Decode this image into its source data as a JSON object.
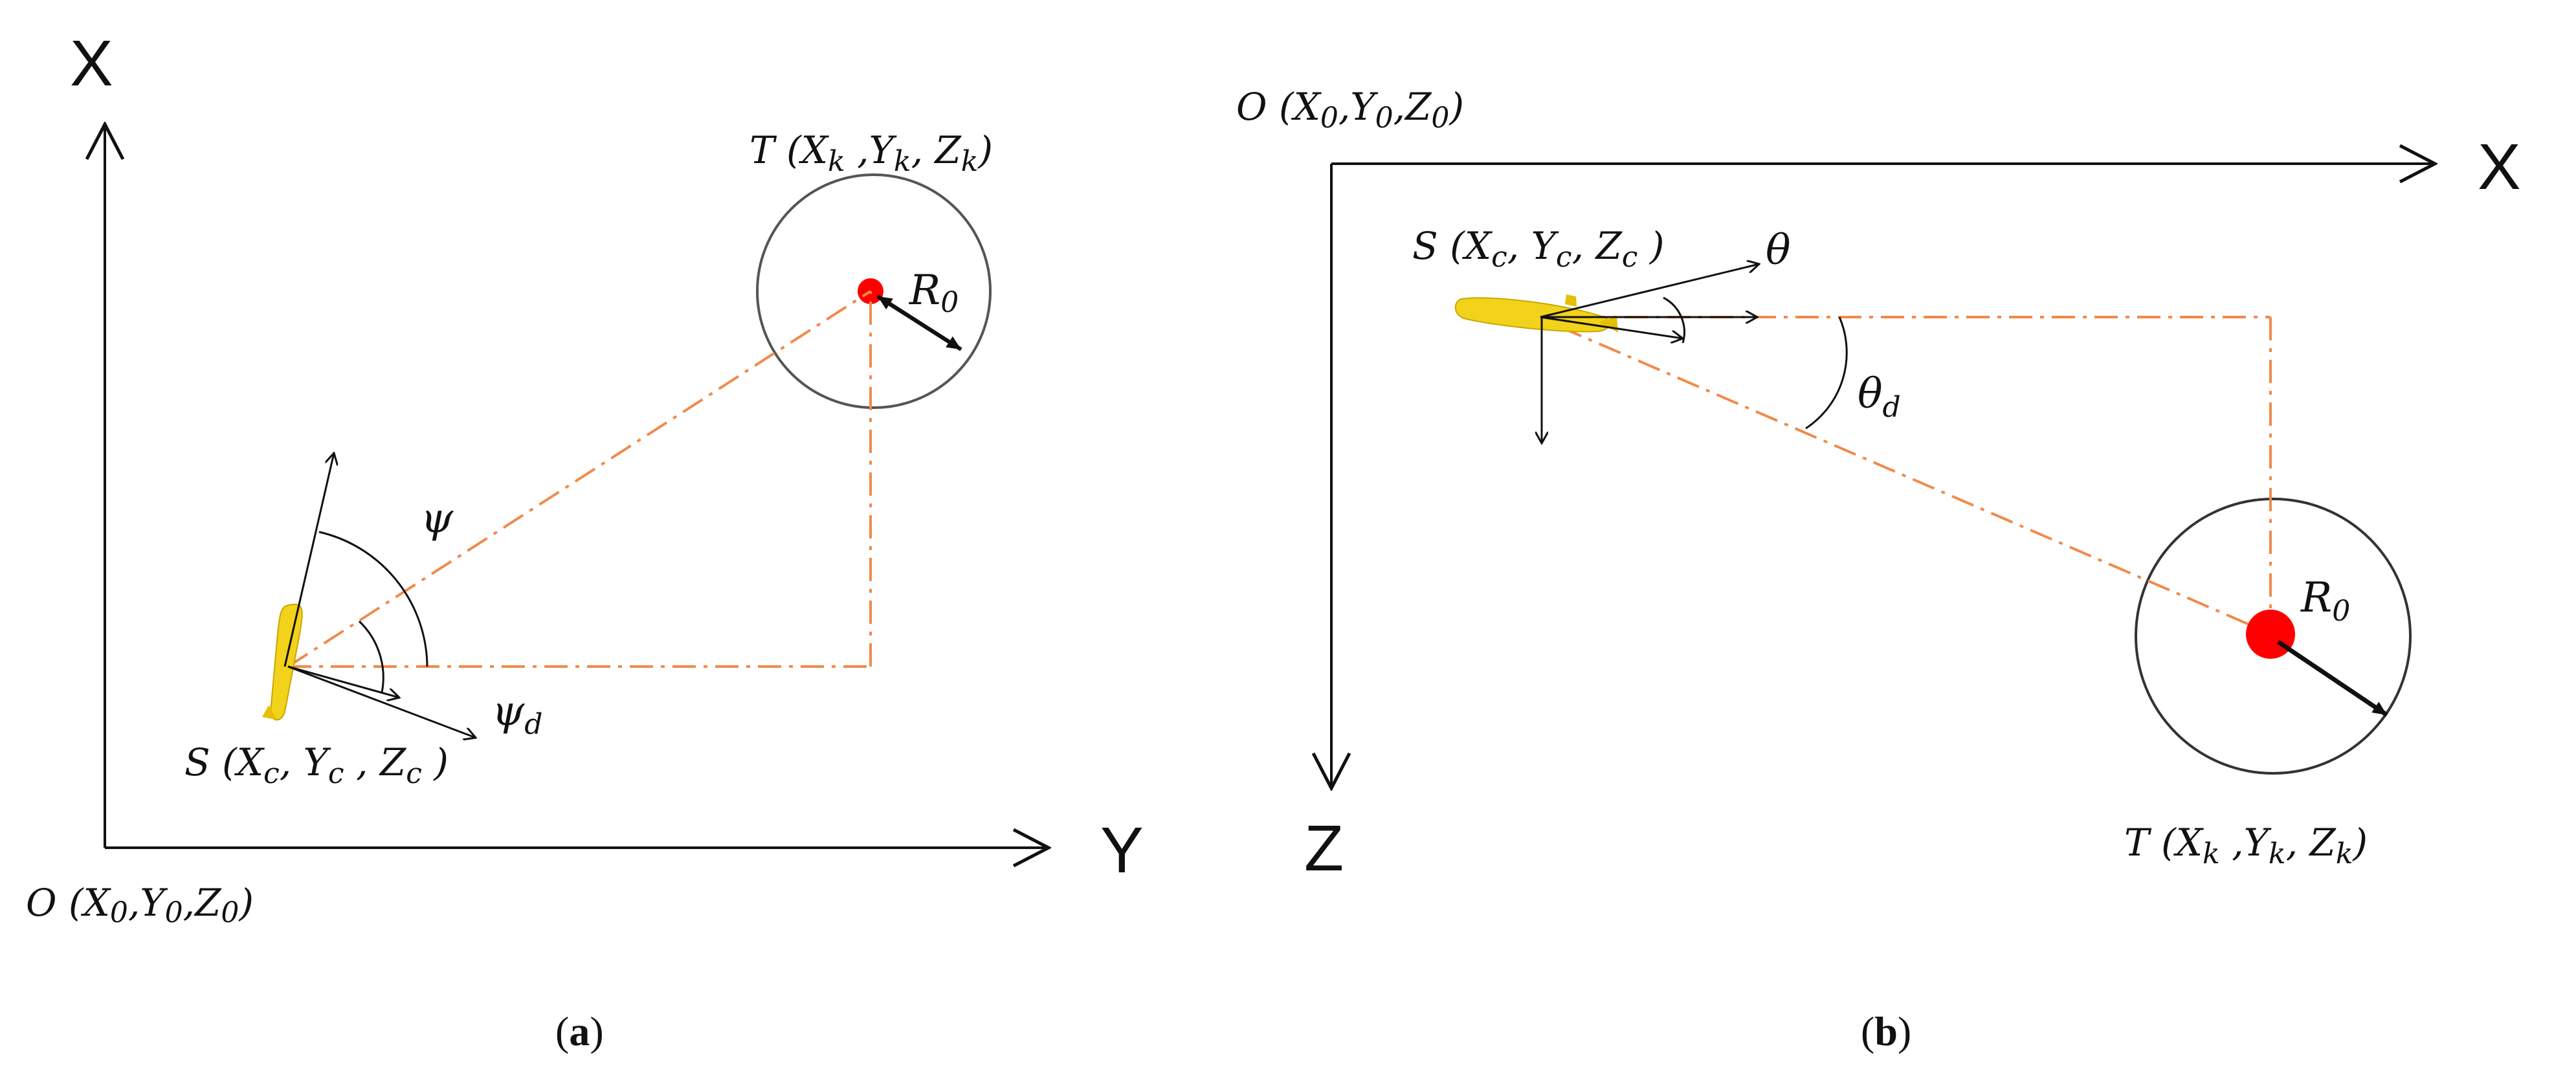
{
  "panel_a": {
    "axis_x_label": "X",
    "axis_y_label": "Y",
    "origin": {
      "sym": "O",
      "coords": "(X",
      "s0": "0",
      "comma1": ",Y",
      "s1": "0",
      "comma2": ",Z",
      "s2": "0",
      "close": ")"
    },
    "target": {
      "sym": "T",
      "coords": "(X",
      "s0": "k",
      "comma1": " ,Y",
      "s1": "k",
      "comma2": ", Z",
      "s2": "k",
      "close": ")"
    },
    "vehicle": {
      "sym": "S",
      "coords": "(X",
      "s0": "c",
      "comma1": ", Y",
      "s1": "c",
      "comma2": " , Z",
      "s2": "c",
      "close": " )"
    },
    "radius": {
      "sym": "R",
      "sub": "0"
    },
    "angle_heading": "ψ",
    "angle_desired": {
      "sym": "ψ",
      "sub": "d"
    },
    "caption": {
      "open": "(",
      "letter": "a",
      "close": ")"
    }
  },
  "panel_b": {
    "axis_x_label": "X",
    "axis_z_label": "Z",
    "origin": {
      "sym": "O",
      "coords": "(X",
      "s0": "0",
      "comma1": ",Y",
      "s1": "0",
      "comma2": ",Z",
      "s2": "0",
      "close": ")"
    },
    "target": {
      "sym": "T",
      "coords": "(X",
      "s0": "k",
      "comma1": " ,Y",
      "s1": "k",
      "comma2": ", Z",
      "s2": "k",
      "close": ")"
    },
    "vehicle": {
      "sym": "S",
      "coords": "(X",
      "s0": "c",
      "comma1": ", Y",
      "s1": "c",
      "comma2": ", Z",
      "s2": "c",
      "close": " )"
    },
    "radius": {
      "sym": "R",
      "sub": "0"
    },
    "angle_pitch": "θ",
    "angle_desired": {
      "sym": "θ",
      "sub": "d"
    },
    "caption": {
      "open": "(",
      "letter": "b",
      "close": ")"
    }
  },
  "colors": {
    "axis": "#111111",
    "dash_line": "#f08a4b",
    "target_dot": "#ff0000",
    "vehicle_body": "#f2d21a",
    "circle": "#555555"
  }
}
